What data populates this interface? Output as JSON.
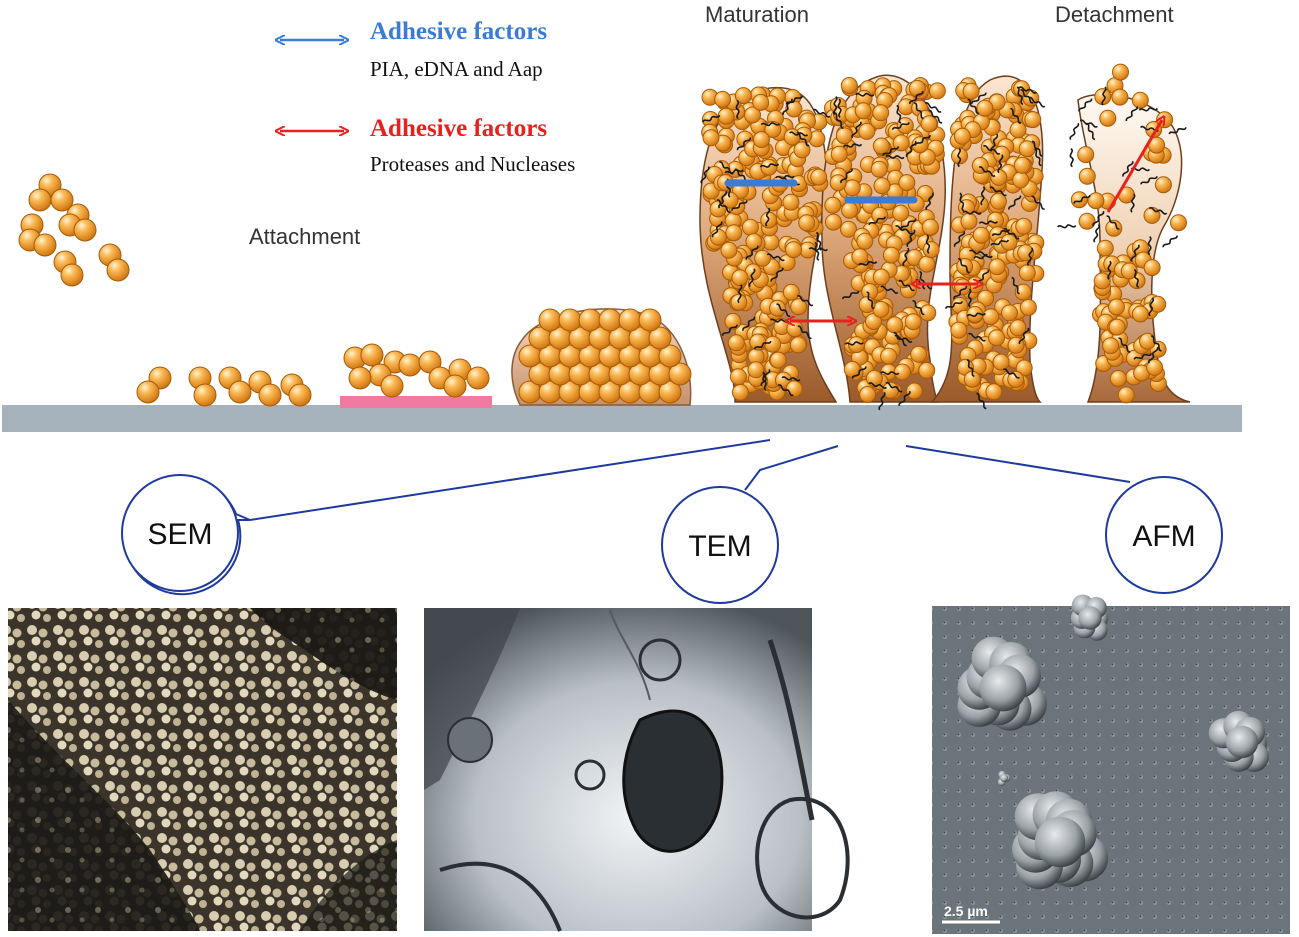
{
  "stages": {
    "attachment": "Attachment",
    "maturation": "Maturation",
    "detachment": "Detachment"
  },
  "legend": {
    "blue": {
      "title": "Adhesive factors",
      "subtitle": "PIA, eDNA and Aap",
      "color": "#3a7bd5"
    },
    "red": {
      "title": "Adhesive factors",
      "subtitle": "Proteases and Nucleases",
      "color": "#e8201e"
    }
  },
  "microscopy": {
    "sem": "SEM",
    "tem": "TEM",
    "afm": "AFM",
    "afm_scale": "2.5 µm"
  },
  "colors": {
    "cell": "#f2a03c",
    "surface": "#a6b3bc",
    "conditioning_film": "#f07aa0",
    "matrix": "#b5784a",
    "callout_line": "#1f3a9e"
  }
}
